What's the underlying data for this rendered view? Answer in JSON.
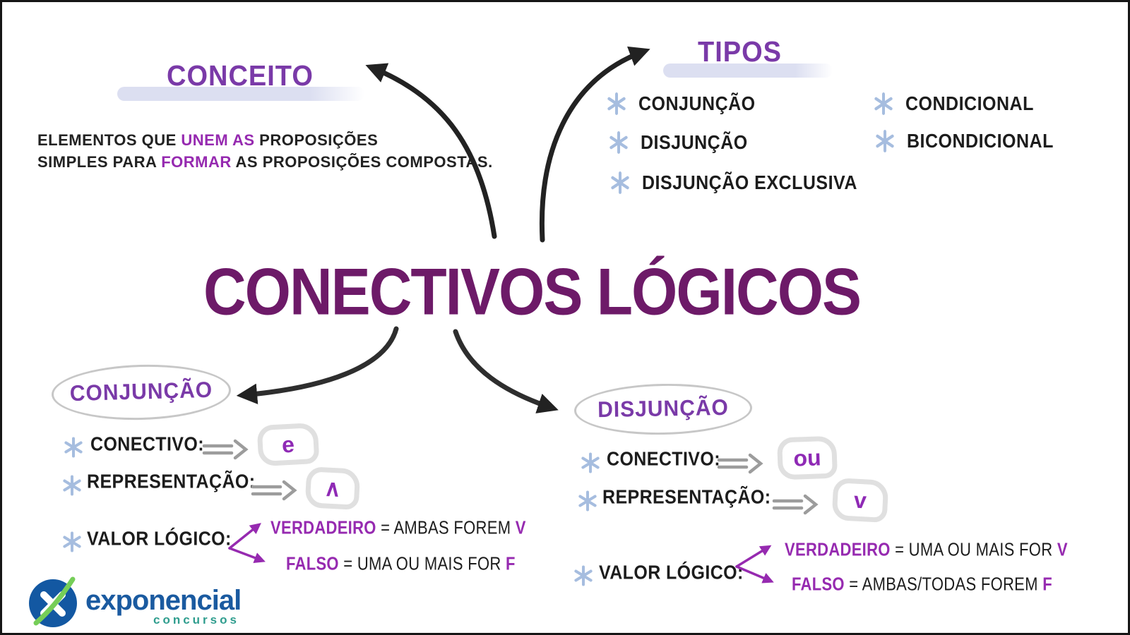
{
  "main_title": "CONECTIVOS LÓGICOS",
  "colors": {
    "title_purple": "#6d1a68",
    "header_purple": "#7a3aa8",
    "accent_purple": "#962ab0",
    "highlight_lavender": "#dcdff1",
    "asterisk_blue": "#a6bddf",
    "sketch_gray": "#c7c7c7",
    "arrow_black": "#222222",
    "logo_blue": "#1a5aa0",
    "logo_green": "#76ce58",
    "logo_teal": "#2f9d8e"
  },
  "conceito": {
    "title": "CONCEITO",
    "line1": {
      "t1": "ELEMENTOS QUE ",
      "hl": "UNEM AS",
      "t2": " PROPOSIÇÕES"
    },
    "line2": {
      "t1": "SIMPLES PARA ",
      "hl": "FORMAR",
      "t2": " AS PROPOSIÇÕES COMPOSTAS."
    }
  },
  "tipos": {
    "title": "TIPOS",
    "col1": [
      "CONJUNÇÃO",
      "DISJUNÇÃO",
      "DISJUNÇÃO EXCLUSIVA"
    ],
    "col2": [
      "CONDICIONAL",
      "BICONDICIONAL"
    ]
  },
  "conjuncao": {
    "title": "CONJUNÇÃO",
    "conectivo_label": "CONECTIVO:",
    "conectivo_value": "e",
    "representacao_label": "REPRESENTAÇÃO:",
    "representacao_value": "∧",
    "valor_label": "VALOR LÓGICO:",
    "verdadeiro": {
      "label": "VERDADEIRO",
      "rest": " = AMBAS FOREM ",
      "letter": "V"
    },
    "falso": {
      "label": "FALSO",
      "rest": " = UMA OU MAIS FOR ",
      "letter": "F"
    }
  },
  "disjuncao": {
    "title": "DISJUNÇÃO",
    "conectivo_label": "CONECTIVO:",
    "conectivo_value": "ou",
    "representacao_label": "REPRESENTAÇÃO:",
    "representacao_value": "v",
    "valor_label": "VALOR LÓGICO:",
    "verdadeiro": {
      "label": "VERDADEIRO",
      "rest": " = UMA OU MAIS FOR ",
      "letter": "V"
    },
    "falso": {
      "label": "FALSO",
      "rest": " = AMBAS/TODAS FOREM ",
      "letter": "F"
    }
  },
  "logo": {
    "name": "exponencial",
    "sub": "concursos"
  }
}
